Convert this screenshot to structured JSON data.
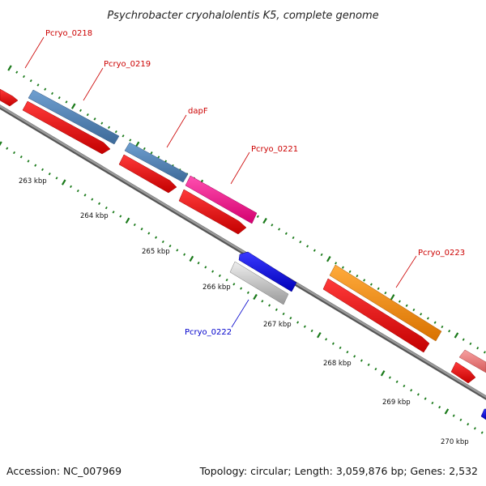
{
  "title": "Psychrobacter cryohalolentis K5, complete genome",
  "footer": {
    "accession": "Accession: NC_007969",
    "summary": "Topology: circular; Length: 3,059,876 bp; Genes: 2,532"
  },
  "colors": {
    "backbone": "#808080",
    "cds_forward": "#ff0000",
    "tick": "#1a7a1a",
    "label_forward": "#cc0000",
    "label_reverse": "#0000cc",
    "gene_steelblue": "#4a7fb5",
    "gene_magenta": "#ff1493",
    "gene_orange": "#ff8c00",
    "gene_blue": "#0000ee",
    "gene_gray": "#c8c8c8",
    "gene_pink": "#ee7777"
  },
  "tick_labels": [
    "263 kbp",
    "264 kbp",
    "265 kbp",
    "266 kbp",
    "267 kbp",
    "268 kbp",
    "269 kbp",
    "270 kbp"
  ],
  "gene_labels": [
    {
      "text": "Pcryo_0218",
      "strand": "forward"
    },
    {
      "text": "Pcryo_0219",
      "strand": "forward"
    },
    {
      "text": "dapF",
      "strand": "forward"
    },
    {
      "text": "Pcryo_0221",
      "strand": "forward"
    },
    {
      "text": "Pcryo_0223",
      "strand": "forward"
    },
    {
      "text": "Pcryo_0222",
      "strand": "reverse"
    }
  ]
}
